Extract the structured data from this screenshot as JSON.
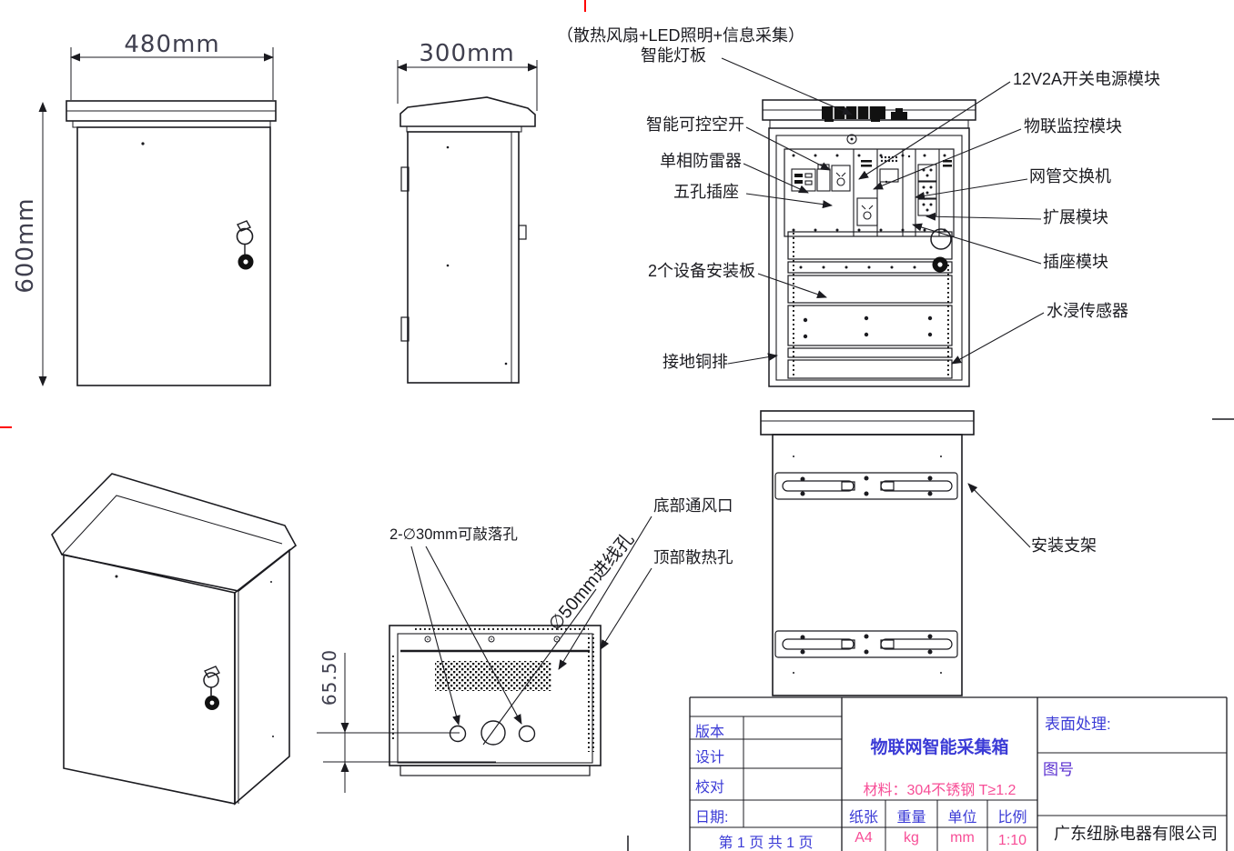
{
  "colors": {
    "line": "#1b1b20",
    "dim_text": "#3f3f4e",
    "label_blue": "#3b3bd6",
    "value_pink": "#f74d96",
    "drawing_no_purple": "#5a2fd0",
    "red_mark": "#ff0000"
  },
  "front_view": {
    "width_dim": "480mm",
    "height_dim": "600mm"
  },
  "side_view": {
    "depth_dim": "300mm"
  },
  "internal_view": {
    "top_note": "（散热风扇+LED照明+信息采集）",
    "top_label": "智能灯板",
    "left_labels": [
      "智能可控空开",
      "单相防雷器",
      "五孔插座",
      "2个设备安装板",
      "接地铜排"
    ],
    "right_labels": [
      "12V2A开关电源模块",
      "物联监控模块",
      "网管交换机",
      "扩展模块",
      "插座模块",
      "水浸传感器"
    ]
  },
  "bottom_view": {
    "knockout_label": "2-∅30mm可敲落孔",
    "inlet_label": "∅50mm进线孔",
    "vent_label": "底部通风口",
    "heat_label": "顶部散热孔",
    "height_dim": "65.50"
  },
  "rear_view": {
    "bracket_label": "安装支架"
  },
  "title_block": {
    "rows": {
      "version": "版本",
      "design": "设计",
      "check": "校对",
      "date": "日期:",
      "pages": "第 1 页  共 1 页"
    },
    "product_title": "物联网智能采集箱",
    "material": "材料：304不锈钢 T≥1.2",
    "headers": [
      "纸张",
      "重量",
      "单位",
      "比例"
    ],
    "values": [
      "A4",
      "kg",
      "mm",
      "1:10"
    ],
    "surface": "表面处理:",
    "drawing_no": "图号",
    "company": "广东纽脉电器有限公司"
  }
}
